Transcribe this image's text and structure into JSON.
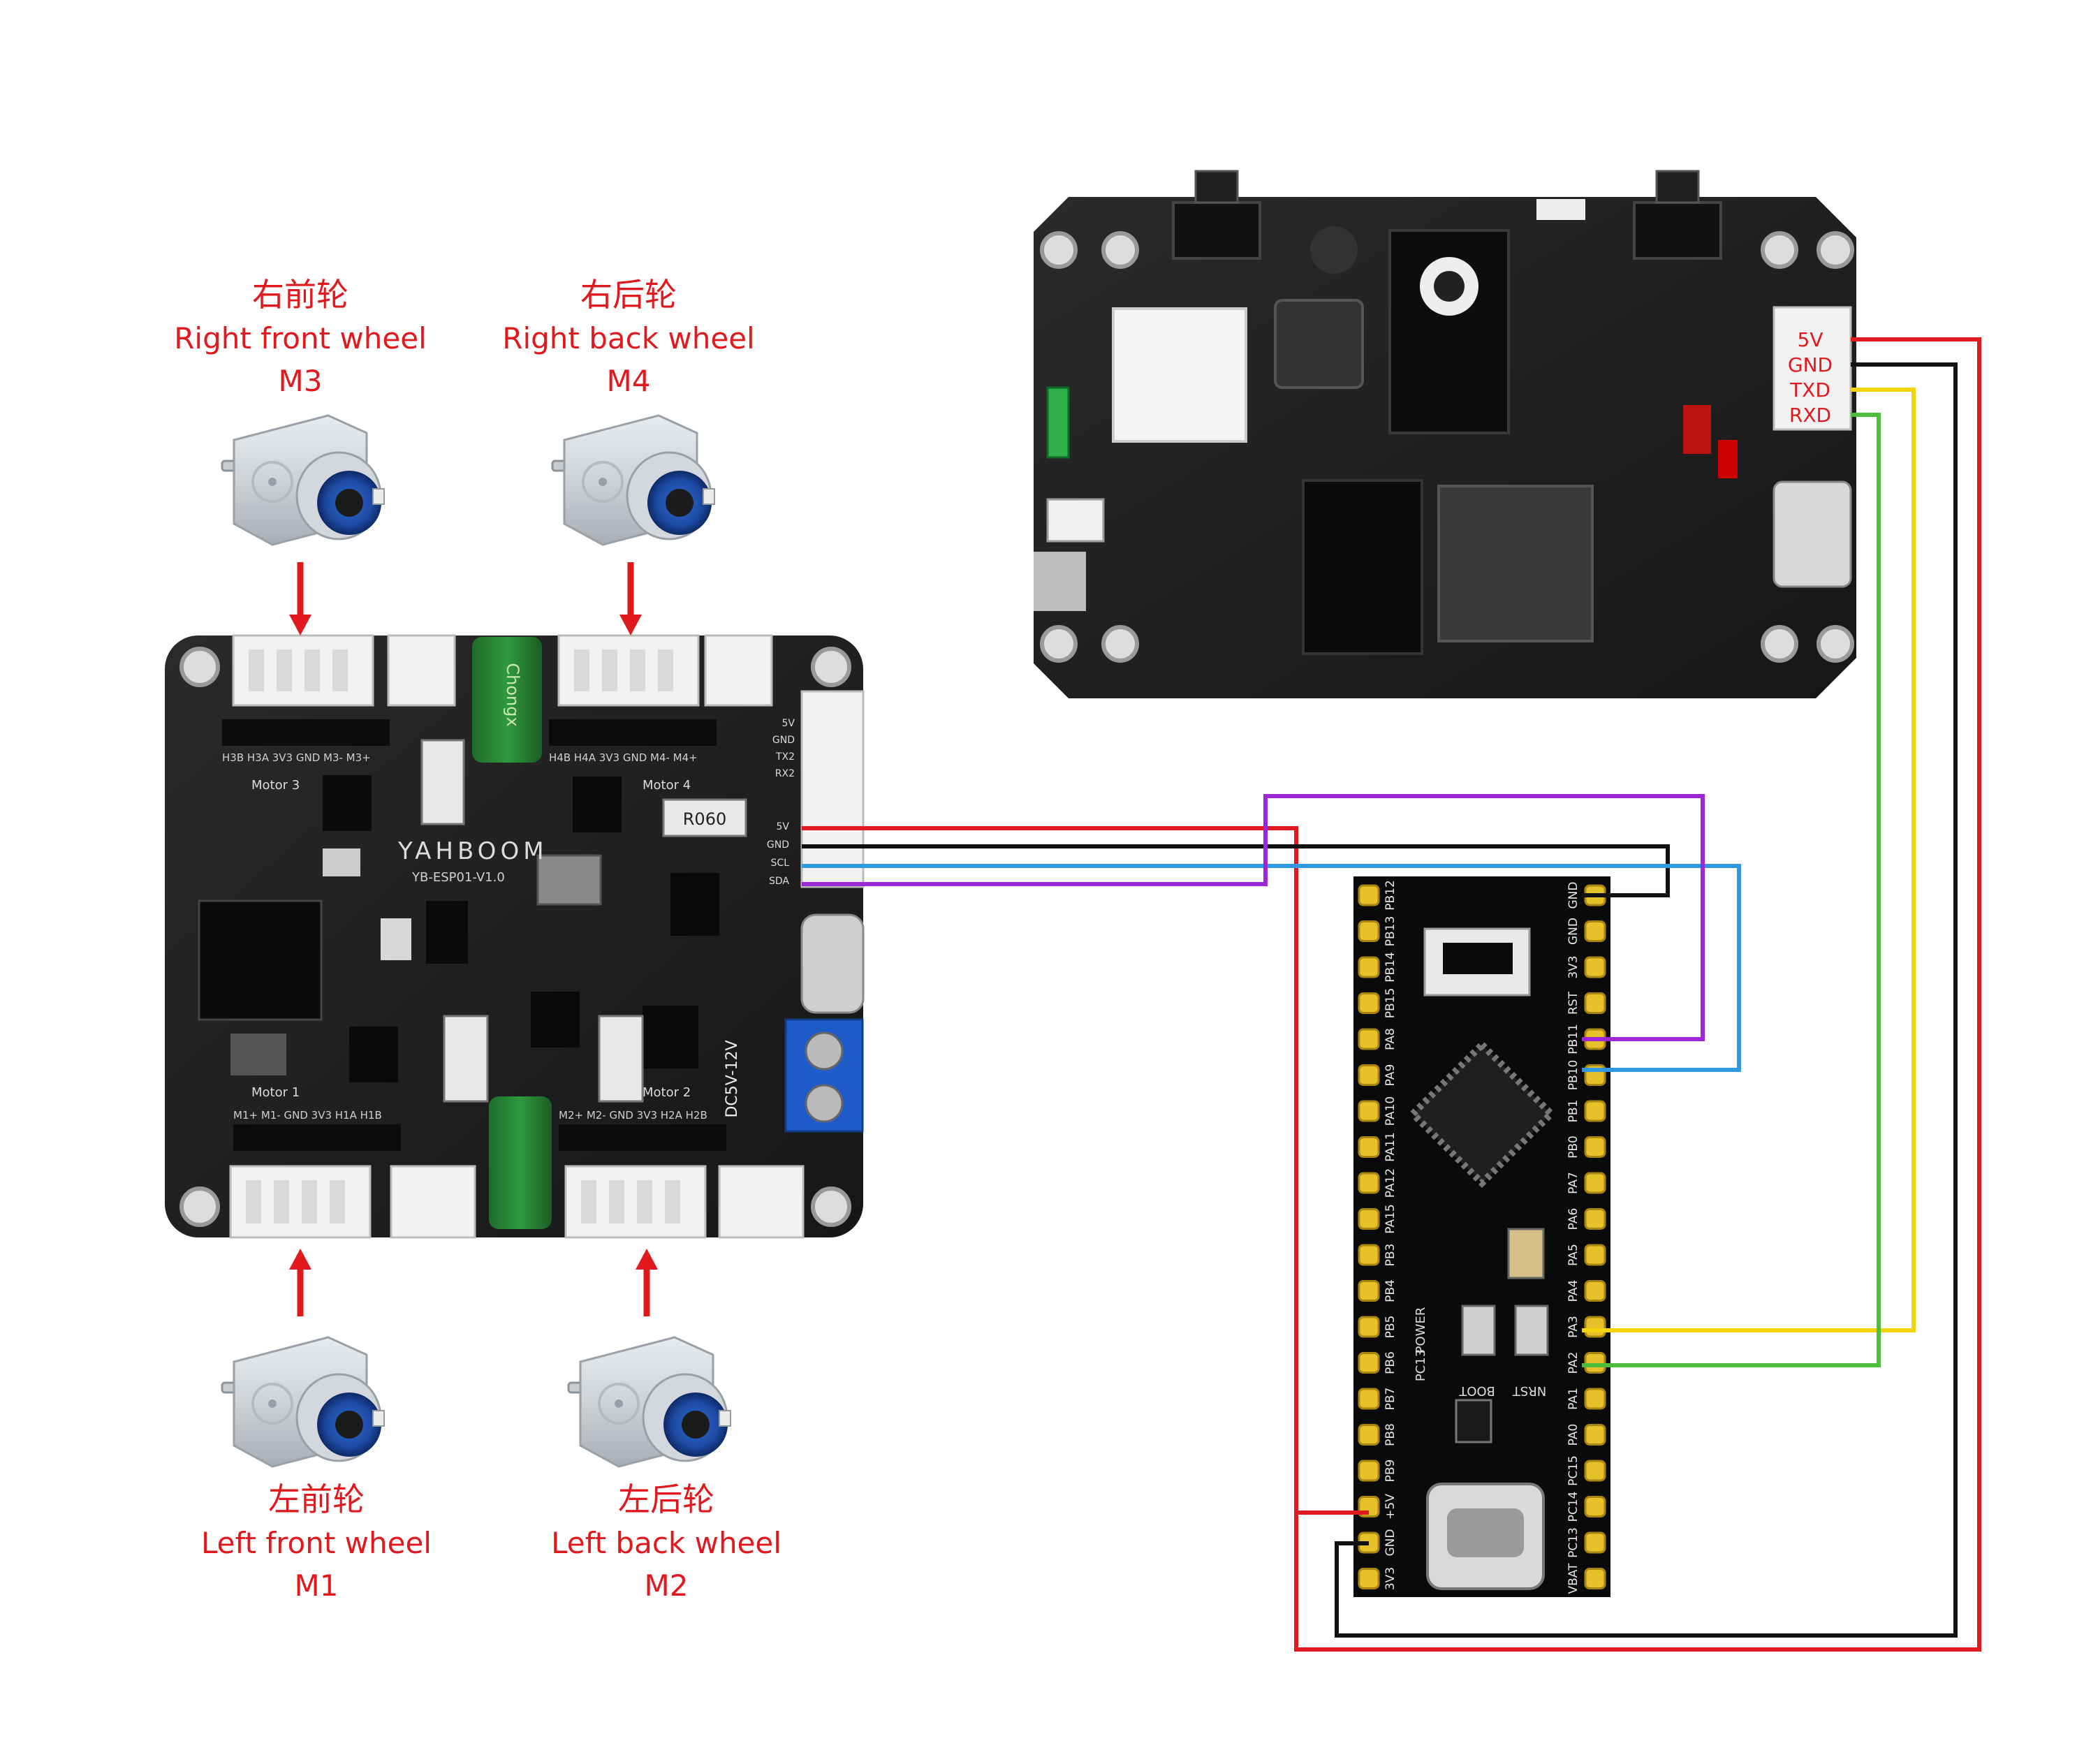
{
  "motor_labels": {
    "m3": {
      "cn": "右前轮",
      "en": "Right front wheel",
      "code": "M3"
    },
    "m4": {
      "cn": "右后轮",
      "en": "Right back wheel",
      "code": "M4"
    },
    "m1": {
      "cn": "左前轮",
      "en": "Left front wheel",
      "code": "M1"
    },
    "m2": {
      "cn": "左后轮",
      "en": "Left back wheel",
      "code": "M2"
    }
  },
  "driver_board": {
    "brand": "YAHBOOM",
    "model": "YB-ESP01-V1.0",
    "motor_headers": [
      "Motor 1",
      "Motor 2",
      "Motor 3",
      "Motor 4"
    ],
    "top_pins_left": "H3B H3A 3V3 GND M3- M3+",
    "top_pins_right": "H4B H4A 3V3 GND M4- M4+",
    "bottom_pins_left": "M1+ M1- GND 3V3 H1A H1B",
    "bottom_pins_right": "M2+ M2- GND 3V3 H2A H2B",
    "side_pins": [
      "5V",
      "GND",
      "SCL",
      "SDA"
    ],
    "side_pins_top": [
      "5V",
      "GND",
      "TX2",
      "RX2"
    ],
    "power_label": "DC5V-12V",
    "resistor_label": "R060",
    "capacitor_label": "Chongx"
  },
  "module_board": {
    "uart_pins": [
      "5V",
      "GND",
      "TXD",
      "RXD"
    ]
  },
  "stm32_board": {
    "left_pins": [
      "PB12",
      "PB13",
      "PB14",
      "PB15",
      "PA8",
      "PA9",
      "PA10",
      "PA11",
      "PA12",
      "PA15",
      "PB3",
      "PB4",
      "PB5",
      "PB6",
      "PB7",
      "PB8",
      "PB9",
      "+5V",
      "GND",
      "3V3"
    ],
    "right_pins": [
      "GND",
      "GND",
      "3V3",
      "RST",
      "PB11",
      "PB10",
      "PB1",
      "PB0",
      "PA7",
      "PA6",
      "PA5",
      "PA4",
      "PA3",
      "PA2",
      "PA1",
      "PA0",
      "PC15",
      "PC14",
      "PC13",
      "VBAT"
    ],
    "labels": {
      "power": "POWER",
      "pc13": "PC13",
      "boot": "BOOT",
      "nrst": "NRST"
    }
  },
  "wire_colors": {
    "power": "#e0191e",
    "ground": "#111111",
    "txd": "#f5d40f",
    "rxd": "#4cbf3a",
    "scl": "#2f98e0",
    "sda": "#9b27d6"
  }
}
